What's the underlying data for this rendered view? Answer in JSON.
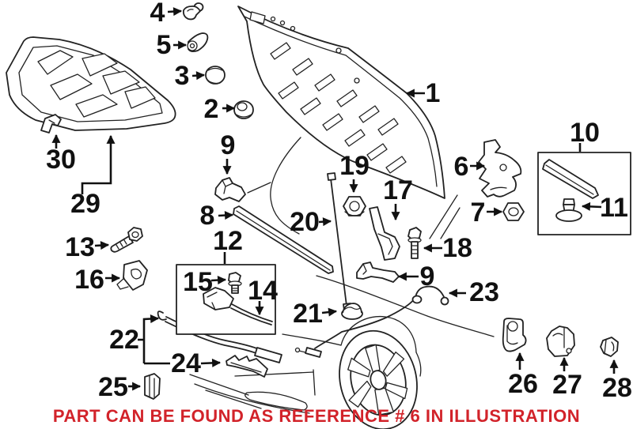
{
  "colors": {
    "background": "#ffffff",
    "line_art": "#222222",
    "note_red": "#d2232a"
  },
  "note": {
    "text": "PART CAN BE FOUND AS REFERENCE # 6 IN ILLUSTRATION"
  },
  "callouts": {
    "1": "1",
    "2": "2",
    "3": "3",
    "4": "4",
    "5": "5",
    "6": "6",
    "7": "7",
    "8": "8",
    "9a": "9",
    "9b": "9",
    "10": "10",
    "11": "11",
    "12": "12",
    "13": "13",
    "14": "14",
    "15": "15",
    "16": "16",
    "17": "17",
    "18": "18",
    "19": "19",
    "20": "20",
    "21": "21",
    "22": "22",
    "23": "23",
    "24": "24",
    "25": "25",
    "26": "26",
    "27": "27",
    "28": "28",
    "29": "29",
    "30": "30"
  }
}
